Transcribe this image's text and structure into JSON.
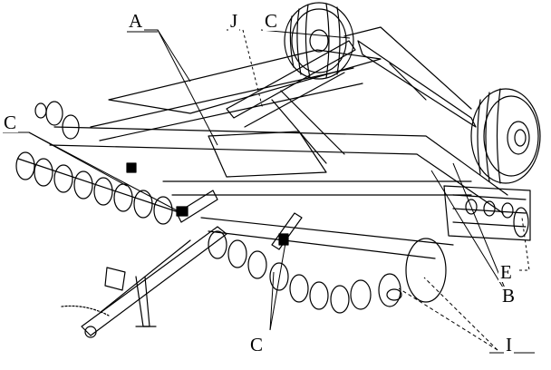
{
  "labels": {
    "A": "A",
    "J": "J",
    "C_top": "C",
    "C_left": "C",
    "C_bottom": "C",
    "E": "E",
    "B": "B",
    "I": "I"
  }
}
